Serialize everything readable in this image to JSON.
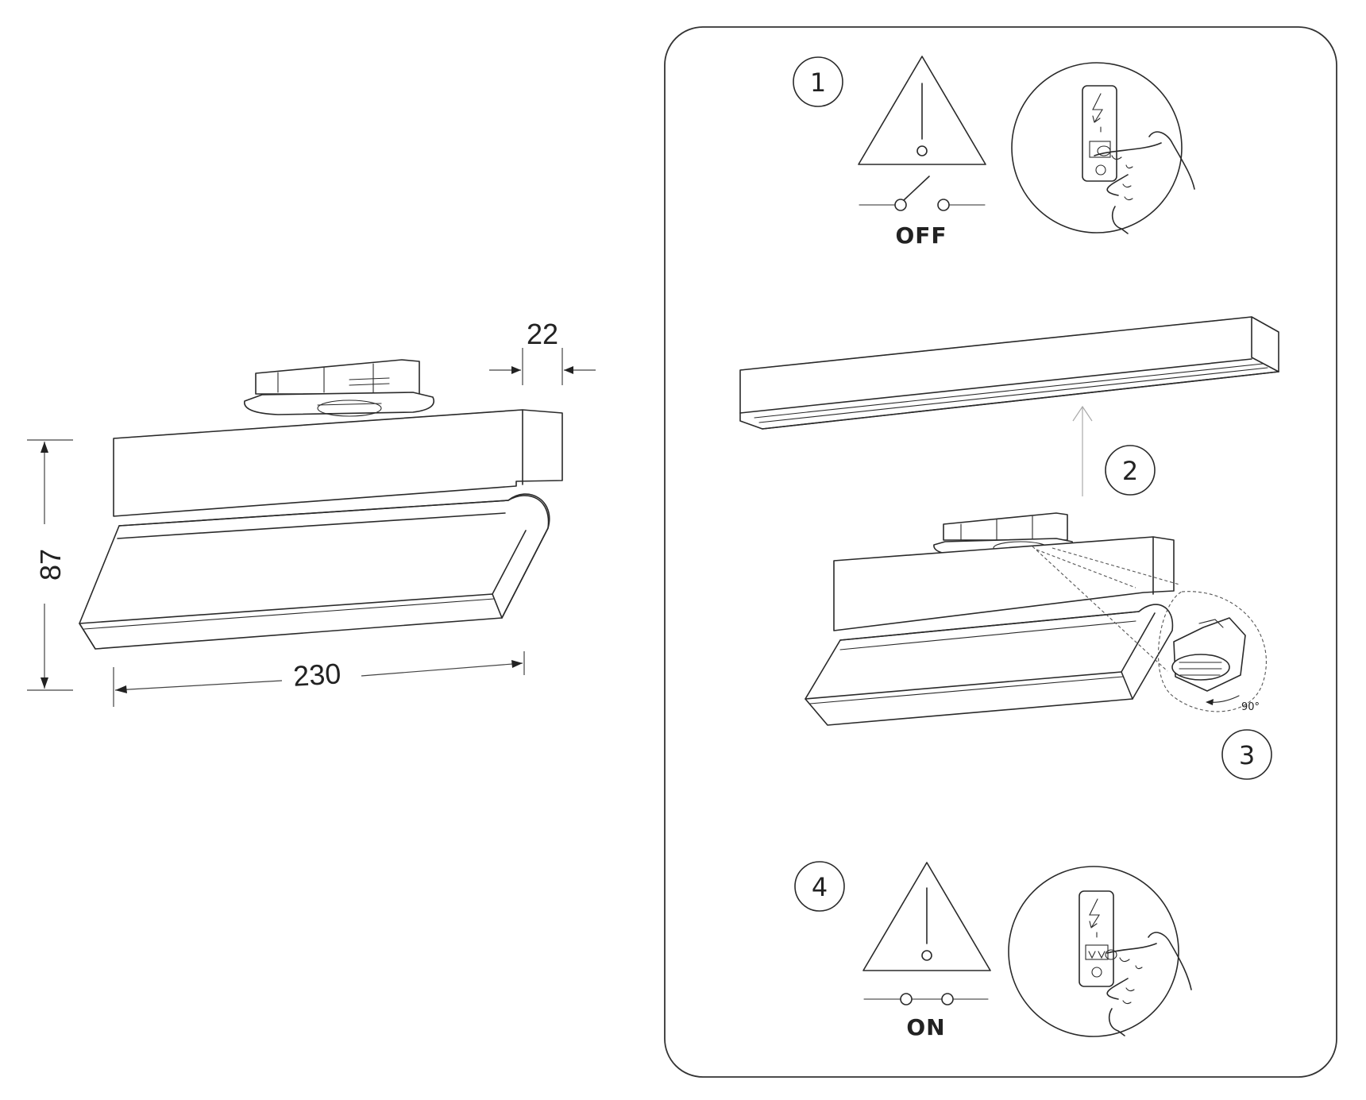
{
  "dimensions": {
    "width": "230",
    "height": "87",
    "depth": "22"
  },
  "steps": {
    "s1": "1",
    "s2": "2",
    "s3": "3",
    "s4": "4"
  },
  "labels": {
    "off": "OFF",
    "on": "ON",
    "angle": "90°"
  },
  "icons": [
    "warning-triangle-icon",
    "breaker-switch-icon",
    "hand-icon",
    "lightning-icon",
    "track-rail",
    "track-light-fixture",
    "arrow-up-icon"
  ]
}
